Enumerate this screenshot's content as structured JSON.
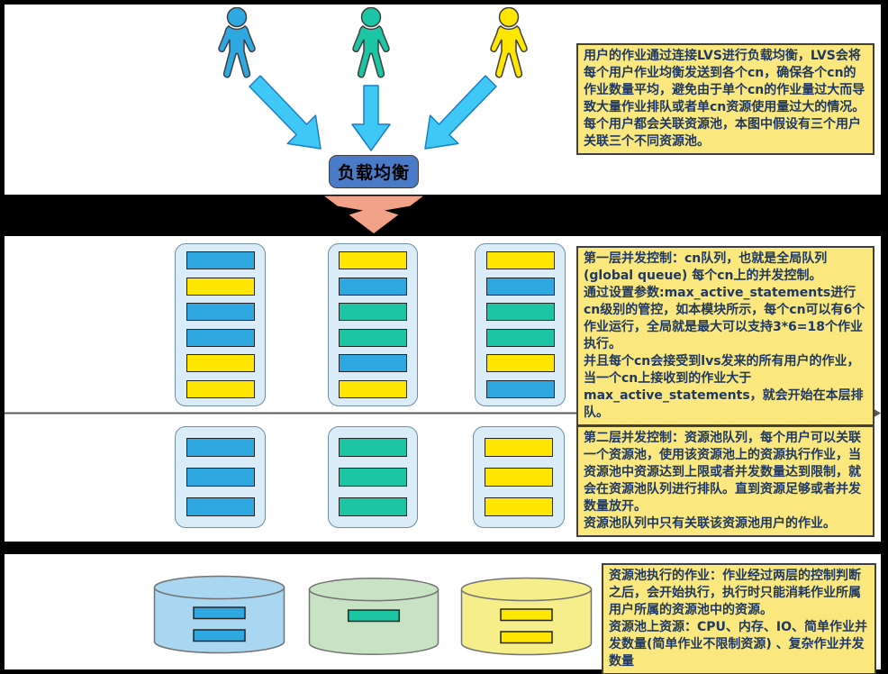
{
  "colors": {
    "blue": "#2FA7E0",
    "teal": "#1CC5A3",
    "yellow": "#FFE600",
    "container_bg": "#D9ECF8",
    "lb_bg": "#4A7BC8",
    "annotation_bg": "#FAE87E",
    "salmon": "#F1A288",
    "cyan_fill": "#3FC8F5",
    "pool_blue": "#A9D6F0",
    "pool_green": "#C8E2C4",
    "pool_yellow": "#F6EE8B",
    "divider": "#595959"
  },
  "load_balancer": {
    "label": "负载均衡"
  },
  "users": [
    {
      "id": "user-blue",
      "color_key": "blue"
    },
    {
      "id": "user-teal",
      "color_key": "teal"
    },
    {
      "id": "user-yellow",
      "color_key": "yellow"
    }
  ],
  "annotations": {
    "lvs": "用户的作业通过连接LVS进行负载均衡，LVS会将每个用户作业均衡发送到各个cn，确保各个cn的作业数量平均，避免由于单个cn的作业量过大而导致大量作业排队或者单cn资源使用量过大的情况。\n每个用户都会关联资源池，本图中假设有三个用户关联三个不同资源池。",
    "layer1": "第一层并发控制：cn队列，也就是全局队列(global queue) 每个cn上的并发控制。\n通过设置参数:max_active_statements进行cn级别的管控，如本模块所示，每个cn可以有6个作业运行，全局就是最大可以支持3*6=18个作业执行。\n并且每个cn会接受到lvs发来的所有用户的作业，当一个cn上接收到的作业大于max_active_statements，就会开始在本层排队。",
    "layer2": "第二层并发控制：资源池队列，每个用户可以关联一个资源池，使用该资源池上的资源执行作业，当资源池中资源达到上限或者并发数量达到限制，就会在资源池队列进行排队。直到资源足够或者并发数量放开。\n资源池队列中只有关联该资源池用户的作业。",
    "pools": "资源池执行的作业：作业经过两层的控制判断之后，会开始执行，执行时只能消耗作业所属用户所属的资源池中的资源。\n资源池上资源：CPU、内存、IO、简单作业并发数量(简单作业不限制资源) 、复杂作业并发数量"
  },
  "layer1_queues": [
    {
      "name": "cn1",
      "bars": [
        "blue",
        "yellow",
        "blue",
        "blue",
        "yellow",
        "yellow"
      ]
    },
    {
      "name": "cn2",
      "bars": [
        "yellow",
        "blue",
        "teal",
        "teal",
        "blue",
        "yellow"
      ]
    },
    {
      "name": "cn3",
      "bars": [
        "yellow",
        "blue",
        "teal",
        "teal",
        "yellow",
        "blue"
      ]
    }
  ],
  "layer2_queues": [
    {
      "name": "pool-queue-1",
      "bars": [
        "blue",
        "blue",
        "blue"
      ]
    },
    {
      "name": "pool-queue-2",
      "bars": [
        "teal",
        "teal",
        "teal"
      ]
    },
    {
      "name": "pool-queue-3",
      "bars": [
        "yellow",
        "yellow",
        "yellow"
      ]
    }
  ],
  "resource_pools": [
    {
      "name": "pool-blue",
      "fill_key": "pool_blue",
      "bars": [
        "blue",
        "blue"
      ]
    },
    {
      "name": "pool-green",
      "fill_key": "pool_green",
      "bars": [
        "teal"
      ]
    },
    {
      "name": "pool-yellow",
      "fill_key": "pool_yellow",
      "bars": [
        "yellow",
        "yellow"
      ]
    }
  ]
}
